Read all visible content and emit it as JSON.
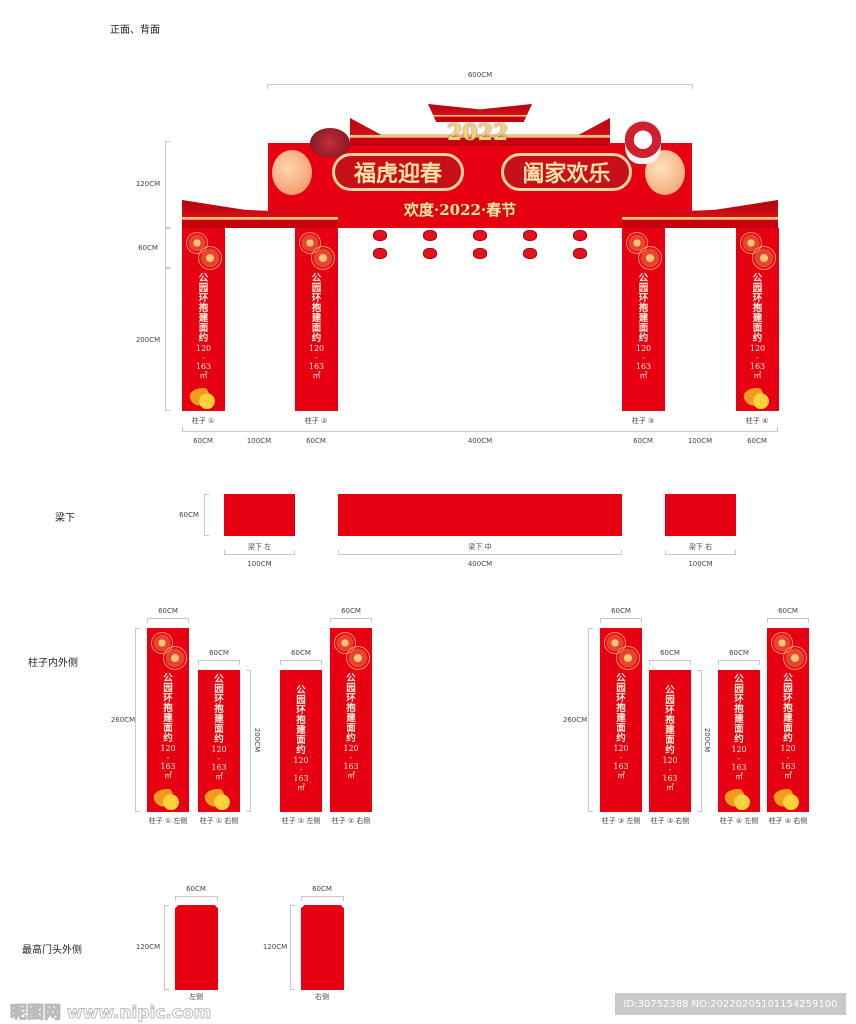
{
  "colors": {
    "accent": "#e60012",
    "gold": "#f7d27a"
  },
  "sections": {
    "front_back": "正面、背面",
    "beam_under": "梁下",
    "pillar_sides": "柱子内外侧",
    "top_header_outside": "最高门头外侧"
  },
  "arch": {
    "year": "2022",
    "slogan_left": "福虎迎春",
    "slogan_right": "阖家欢乐",
    "subtitle": "欢度·2022·春节",
    "pillar_text_lines": [
      "公",
      "园",
      "环",
      "抱",
      "建",
      "面",
      "约",
      "120",
      "-",
      "163",
      "㎡"
    ],
    "pillar_labels": [
      "柱子 ①",
      "柱子 ②",
      "柱子 ③",
      "柱子 ④"
    ],
    "dims_top": "600CM",
    "dims_left": [
      "120CM",
      "60CM",
      "200CM"
    ],
    "dims_bottom": [
      "60CM",
      "100CM",
      "60CM",
      "400CM",
      "60CM",
      "100CM",
      "60CM"
    ]
  },
  "beam": {
    "height": "60CM",
    "labels": [
      "梁下 左",
      "梁下 中",
      "梁下 右"
    ],
    "widths": [
      "100CM",
      "400CM",
      "100CM"
    ]
  },
  "pillars": {
    "width": "60CM",
    "tall": "260CM",
    "short": "200CM",
    "labels": [
      "柱子 ① 左侧",
      "柱子 ① 右侧",
      "柱子 ② 左侧",
      "柱子 ② 右侧",
      "柱子 ③ 左侧",
      "柱子 ③ 右侧",
      "柱子 ④ 左侧",
      "柱子 ④ 右侧"
    ]
  },
  "header_side": {
    "width": "60CM",
    "height": "120CM",
    "labels": [
      "左侧",
      "右侧"
    ]
  },
  "watermark": {
    "logo": "昵图网 www.nipic.com",
    "id": "ID:30752388 NO:20220205101154259100"
  }
}
